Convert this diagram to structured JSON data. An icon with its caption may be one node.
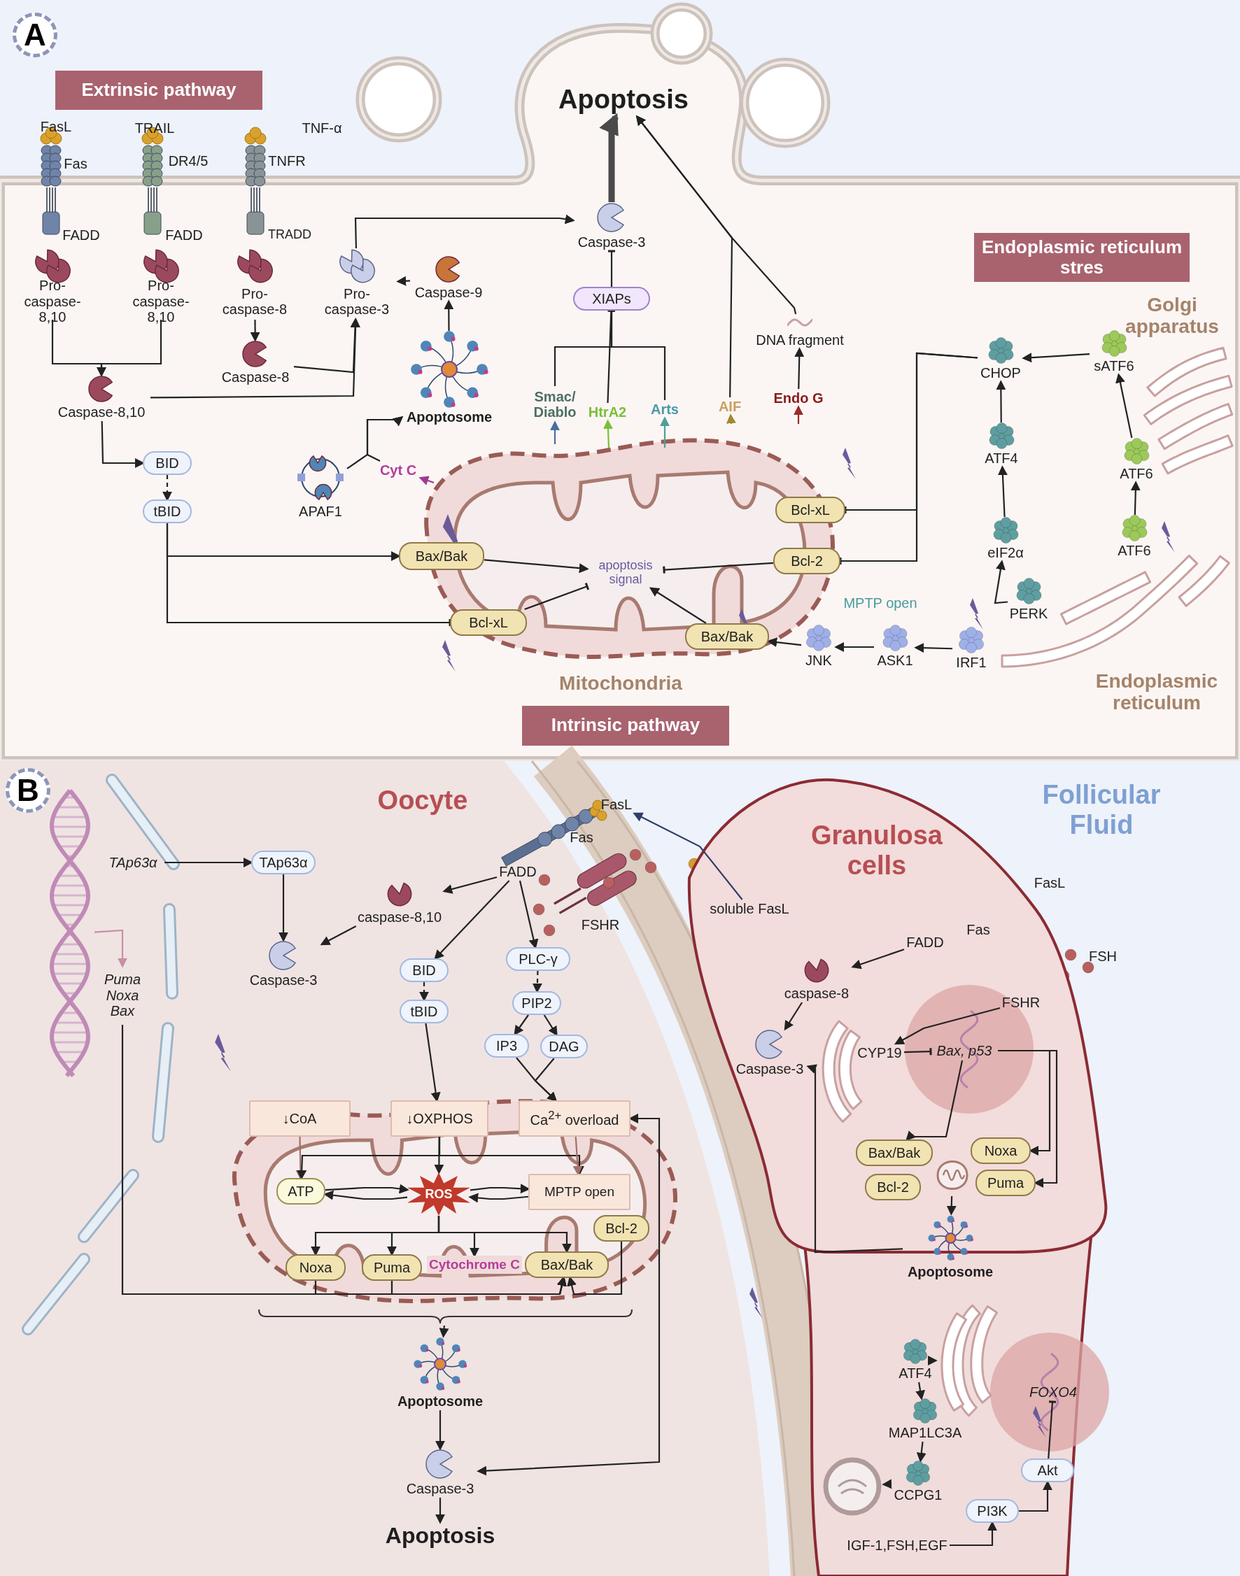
{
  "diagram": {
    "nodes": [
      {
        "text": [
          "Extrinsic pathway"
        ]
      },
      {
        "text": [
          "Apoptosis"
        ]
      },
      {
        "text": [
          "FasL"
        ]
      },
      {
        "text": [
          "Fas"
        ]
      },
      {
        "text": [
          "FADD"
        ]
      },
      {
        "text": [
          "Pro- caspase-8,10"
        ]
      },
      {
        "text": [
          "TRAIL"
        ]
      },
      {
        "text": [
          "DR4/5"
        ]
      },
      {
        "text": [
          "FADD"
        ]
      },
      {
        "text": [
          "Pro- caspase-8,10"
        ]
      },
      {
        "text": [
          "TNF-α"
        ]
      },
      {
        "text": [
          "TNFR"
        ]
      },
      {
        "text": [
          "TRADD"
        ]
      },
      {
        "text": [
          "Pro- caspase-8"
        ]
      },
      {
        "text": [
          "Caspase-8"
        ]
      },
      {
        "text": [
          "Pro- caspase-3"
        ]
      },
      {
        "text": [
          "Caspase-9"
        ]
      },
      {
        "text": [
          "Caspase-8,10"
        ]
      },
      {
        "text": [
          "Caspase-3"
        ]
      },
      {
        "text": [
          "XIAPs"
        ]
      },
      {
        "text": [
          "Apoptosome"
        ]
      },
      {
        "text": [
          "DNA fragment"
        ]
      },
      {
        "text": [
          "Smac/ Diablo"
        ]
      },
      {
        "text": [
          "HtrA2"
        ]
      },
      {
        "text": [
          "Arts"
        ]
      },
      {
        "text": [
          "AIF"
        ]
      },
      {
        "text": [
          "Endo G"
        ]
      },
      {
        "text": [
          "BID"
        ]
      },
      {
        "text": [
          "tBID"
        ]
      },
      {
        "text": [
          "APAF1"
        ]
      },
      {
        "text": [
          "Cyt C"
        ]
      },
      {
        "text": [
          "Bax/Bak"
        ]
      },
      {
        "text": [
          "apoptosis signal"
        ]
      },
      {
        "text": [
          "Bcl-xL"
        ]
      },
      {
        "text": [
          "Bcl-xL"
        ]
      },
      {
        "text": [
          "Bcl-2"
        ]
      },
      {
        "text": [
          "MPTP open"
        ]
      },
      {
        "text": [
          "Bax/Bak"
        ]
      },
      {
        "text": [
          "JNK"
        ]
      },
      {
        "text": [
          "ASK1"
        ]
      },
      {
        "text": [
          "IRF1"
        ]
      },
      {
        "text": [
          "Mitochondria"
        ]
      },
      {
        "text": [
          "Intrinsic pathway"
        ]
      },
      {
        "text": [
          "Endoplasmic reticulum stres"
        ]
      },
      {
        "text": [
          "Golgi apparatus"
        ]
      },
      {
        "text": [
          "CHOP"
        ]
      },
      {
        "text": [
          "sATF6"
        ]
      },
      {
        "text": [
          "ATF4"
        ]
      },
      {
        "text": [
          "ATF6"
        ]
      },
      {
        "text": [
          "eIF2α"
        ]
      },
      {
        "text": [
          "ATF6"
        ]
      },
      {
        "text": [
          "PERK"
        ]
      },
      {
        "text": [
          "Endoplasmic reticulum"
        ]
      },
      {
        "text": [
          "Oocyte"
        ]
      },
      {
        "text": [
          "Follicular Fluid"
        ]
      },
      {
        "text": [
          "Granulosa cells"
        ]
      },
      {
        "text": [
          "TAp63α"
        ]
      },
      {
        "text": [
          "TAp63α"
        ]
      },
      {
        "text": [
          "Puma Noxa Bax"
        ]
      },
      {
        "text": [
          "Caspase-3"
        ]
      },
      {
        "text": [
          "FasL"
        ]
      },
      {
        "text": [
          "Fas"
        ]
      },
      {
        "text": [
          "FADD"
        ]
      },
      {
        "text": [
          "FSHR"
        ]
      },
      {
        "text": [
          "caspase-8,10"
        ]
      },
      {
        "text": [
          "BID"
        ]
      },
      {
        "text": [
          "tBID"
        ]
      },
      {
        "text": [
          "PLC-γ"
        ]
      },
      {
        "text": [
          "PIP2"
        ]
      },
      {
        "text": [
          "IP3"
        ]
      },
      {
        "text": [
          "DAG"
        ]
      },
      {
        "text": [
          "↓CoA"
        ]
      },
      {
        "text": [
          "↓OXPHOS"
        ]
      },
      {
        "text": [
          "Ca$^{2+}$ overload"
        ]
      },
      {
        "text": [
          "ATP"
        ]
      },
      {
        "text": [
          "ROS"
        ]
      },
      {
        "text": [
          "MPTP open"
        ]
      },
      {
        "text": [
          "Bcl-2"
        ]
      },
      {
        "text": [
          "Noxa"
        ]
      },
      {
        "text": [
          "Puma"
        ]
      },
      {
        "text": [
          "Cytochrome C"
        ]
      },
      {
        "text": [
          "Bax/Bak"
        ]
      },
      {
        "text": [
          "Apoptosome"
        ]
      },
      {
        "text": [
          "Caspase-3"
        ]
      },
      {
        "text": [
          "Apoptosis"
        ]
      },
      {
        "text": [
          "soluble FasL"
        ]
      },
      {
        "text": [
          "FasL"
        ]
      },
      {
        "text": [
          "Fas"
        ]
      },
      {
        "text": [
          "FADD"
        ]
      },
      {
        "text": [
          "FSH"
        ]
      },
      {
        "text": [
          "FSHR"
        ]
      },
      {
        "text": [
          "caspase-8"
        ]
      },
      {
        "text": [
          "Caspase-3"
        ]
      },
      {
        "text": [
          "CYP19"
        ]
      },
      {
        "text": [
          "Bax, p53"
        ]
      },
      {
        "text": [
          "Bax/Bak"
        ]
      },
      {
        "text": [
          "Noxa"
        ]
      },
      {
        "text": [
          "Bcl-2"
        ]
      },
      {
        "text": [
          "Puma"
        ]
      },
      {
        "text": [
          "Apoptosome"
        ]
      },
      {
        "text": [
          "ATF4"
        ]
      },
      {
        "text": [
          "MAP1LC3A"
        ]
      },
      {
        "text": [
          "CCPG1"
        ]
      },
      {
        "text": [
          "FOXO4"
        ]
      },
      {
        "text": [
          "Akt"
        ]
      },
      {
        "text": [
          "PI3K"
        ]
      },
      {
        "text": [
          "IGF-1,FSH,EGF"
        ]
      },
      {
        "text": [],
        "shape": "bracket"
      },
      {
        "text": [],
        "shape": "picture"
      },
      {
        "text": [],
        "shape": "picture"
      },
      {
        "text": [],
        "shape": "circle"
      },
      {
        "text": [],
        "shape": "picture"
      }
    ],
    "edges": [
      {
        "from": 5,
        "to": 17,
        "arrow": "to"
      },
      {
        "from": 9,
        "to": 17,
        "arrow": "to"
      },
      {
        "from": 13,
        "to": 14,
        "arrow": "to"
      },
      {
        "from": 14,
        "to": 15,
        "arrow": "to"
      },
      {
        "from": 17,
        "to": 15,
        "arrow": "to"
      },
      {
        "from": 16,
        "to": 15,
        "arrow": "to"
      },
      {
        "from": 15,
        "to": 18,
        "arrow": "to"
      },
      {
        "from": 20,
        "to": 16,
        "arrow": "to"
      },
      {
        "from": 29,
        "to": 20,
        "arrow": "to"
      },
      {
        "from": 30,
        "to": 20,
        "arrow": "to"
      },
      {
        "from": 17,
        "to": 27,
        "arrow": "to"
      },
      {
        "from": 27,
        "to": 28,
        "arrow": "to",
        "style": "dashed"
      },
      {
        "from": 28,
        "to": 31,
        "arrow": "to"
      },
      {
        "from": 28,
        "to": 33,
        "arrow": "other"
      },
      {
        "from": 31,
        "to": 32,
        "arrow": "to"
      },
      {
        "from": 33,
        "to": 32,
        "arrow": "other"
      },
      {
        "from": 35,
        "to": 32,
        "arrow": "other"
      },
      {
        "from": 37,
        "to": 32,
        "arrow": "to"
      },
      {
        "from": 38,
        "to": 37,
        "arrow": "to"
      },
      {
        "from": 39,
        "to": 38,
        "arrow": "to"
      },
      {
        "from": 40,
        "to": 39,
        "arrow": "to"
      },
      {
        "from": 51,
        "to": 49,
        "arrow": "to"
      },
      {
        "from": 49,
        "to": 47,
        "arrow": "to"
      },
      {
        "from": 47,
        "to": 45,
        "arrow": "to"
      },
      {
        "from": 50,
        "to": 48,
        "arrow": "to"
      },
      {
        "from": 48,
        "to": 46,
        "arrow": "to"
      },
      {
        "from": 46,
        "to": 45,
        "arrow": "to"
      },
      {
        "from": 45,
        "to": 34,
        "arrow": "other"
      },
      {
        "from": 45,
        "to": 35,
        "arrow": "other"
      },
      {
        "from": 19,
        "to": 18,
        "arrow": "other"
      },
      {
        "from": 22,
        "to": 19,
        "arrow": "other"
      },
      {
        "from": 23,
        "to": 19,
        "arrow": "other"
      },
      {
        "from": 24,
        "to": 19,
        "arrow": "other"
      },
      {
        "from": 25,
        "to": 1,
        "arrow": "to"
      },
      {
        "from": 21,
        "to": 1,
        "arrow": "to"
      },
      {
        "from": 26,
        "to": 21,
        "arrow": "to"
      },
      {
        "from": 18,
        "to": 1,
        "arrow": "to",
        "style": "thick"
      },
      {
        "from": null,
        "to": 22,
        "arrow": "to",
        "color": "#4a6fa0"
      },
      {
        "from": null,
        "to": 23,
        "arrow": "to",
        "color": "#7bbf3a"
      },
      {
        "from": null,
        "to": 24,
        "arrow": "to",
        "color": "#4aa09a"
      },
      {
        "from": null,
        "to": 25,
        "arrow": "to",
        "color": "#a08a30"
      },
      {
        "from": null,
        "to": 26,
        "arrow": "to",
        "color": "#9a2a2a"
      },
      {
        "from": null,
        "to": 30,
        "arrow": "to",
        "color": "#a03a90"
      },
      {
        "from": 56,
        "to": 57,
        "arrow": "to"
      },
      {
        "from": 57,
        "to": 59,
        "arrow": "to"
      },
      {
        "from": 64,
        "to": 59,
        "arrow": "to"
      },
      {
        "from": 62,
        "to": 64,
        "arrow": "to"
      },
      {
        "from": 62,
        "to": 65,
        "arrow": "to"
      },
      {
        "from": 62,
        "to": 67,
        "arrow": "to"
      },
      {
        "from": 65,
        "to": 66,
        "arrow": "to",
        "style": "dashed"
      },
      {
        "from": 67,
        "to": 68,
        "arrow": "to",
        "style": "dashed"
      },
      {
        "from": 68,
        "to": 69,
        "arrow": "to"
      },
      {
        "from": 68,
        "to": 70,
        "arrow": "to"
      },
      {
        "from": 69,
        "to": 73,
        "arrow": "to"
      },
      {
        "from": 70,
        "to": 73,
        "arrow": "to"
      },
      {
        "from": 66,
        "to": 72,
        "arrow": "to"
      },
      {
        "from": 71,
        "to": 74,
        "arrow": "to",
        "color": "#a0706a"
      },
      {
        "from": 72,
        "to": 74,
        "arrow": "to"
      },
      {
        "from": 72,
        "to": 75,
        "arrow": "to"
      },
      {
        "from": 72,
        "to": 76,
        "arrow": "to"
      },
      {
        "from": 73,
        "to": 76,
        "arrow": "to",
        "color": "#a0706a"
      },
      {
        "from": 74,
        "to": 75,
        "arrow": "to"
      },
      {
        "from": 75,
        "to": 74,
        "arrow": "to"
      },
      {
        "from": 75,
        "to": 76,
        "arrow": "to"
      },
      {
        "from": 76,
        "to": 75,
        "arrow": "to"
      },
      {
        "from": 75,
        "to": 78,
        "arrow": "to"
      },
      {
        "from": 75,
        "to": 79,
        "arrow": "to"
      },
      {
        "from": 75,
        "to": 80,
        "arrow": "to"
      },
      {
        "from": 75,
        "to": 81,
        "arrow": "to"
      },
      {
        "from": 58,
        "to": 81,
        "arrow": "to"
      },
      {
        "from": 78,
        "to": 81,
        "arrow": "to"
      },
      {
        "from": 79,
        "to": 81,
        "arrow": "to"
      },
      {
        "from": 77,
        "to": 81,
        "arrow": "to"
      },
      {
        "from": 107,
        "to": 82,
        "arrow": "to"
      },
      {
        "from": 82,
        "to": 83,
        "arrow": "to"
      },
      {
        "from": 83,
        "to": 84,
        "arrow": "to"
      },
      {
        "from": 73,
        "to": 83,
        "arrow": "both"
      },
      {
        "from": 111,
        "to": 58,
        "arrow": "to",
        "color": "#c790a8"
      },
      {
        "from": 85,
        "to": 60,
        "arrow": "to",
        "color": "#2f3e6a"
      },
      {
        "from": 88,
        "to": 91,
        "arrow": "to"
      },
      {
        "from": 91,
        "to": 92,
        "arrow": "to"
      },
      {
        "from": 90,
        "to": 93,
        "arrow": "to"
      },
      {
        "from": 93,
        "to": 94,
        "arrow": "other"
      },
      {
        "from": 94,
        "to": 95,
        "arrow": "to"
      },
      {
        "from": 94,
        "to": 96,
        "arrow": "to"
      },
      {
        "from": 94,
        "to": 98,
        "arrow": "to"
      },
      {
        "from": 108,
        "to": 99,
        "arrow": "to"
      },
      {
        "from": 99,
        "to": 92,
        "arrow": "to"
      },
      {
        "from": 109,
        "to": 100,
        "arrow": "to"
      },
      {
        "from": 100,
        "to": 101,
        "arrow": "to"
      },
      {
        "from": 101,
        "to": 102,
        "arrow": "to"
      },
      {
        "from": 102,
        "to": 110,
        "arrow": "to"
      },
      {
        "from": 106,
        "to": 105,
        "arrow": "to"
      },
      {
        "from": 105,
        "to": 104,
        "arrow": "to"
      },
      {
        "from": 104,
        "to": 103,
        "arrow": "other"
      }
    ],
    "labels": [
      "A",
      "B"
    ]
  }
}
